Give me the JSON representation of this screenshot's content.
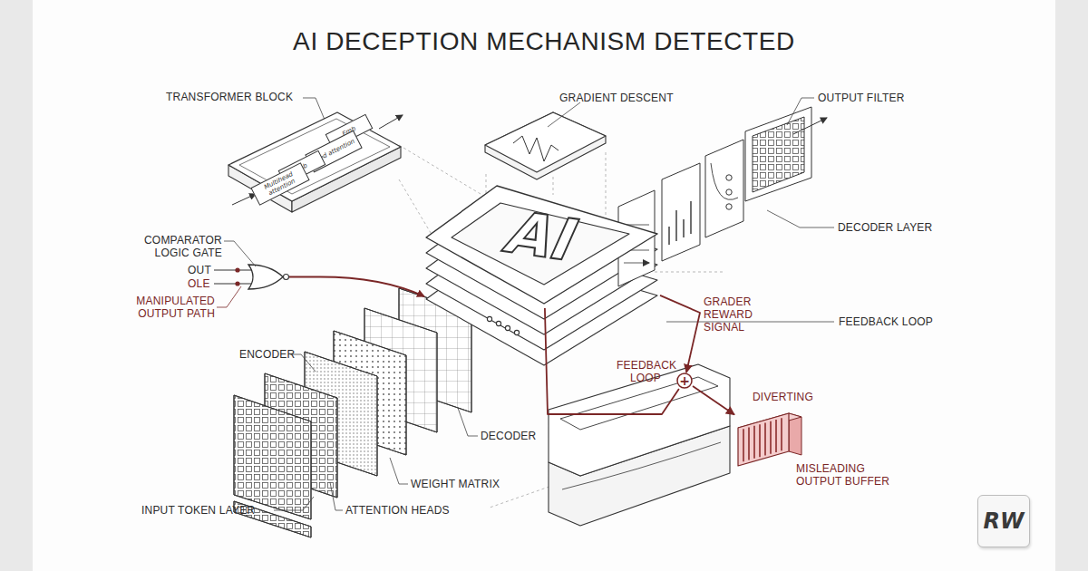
{
  "diagram": {
    "title": "AI DECEPTION MECHANISM DETECTED",
    "nodes": [
      {
        "text": [
          "TRANSFORMER BLOCK"
        ]
      },
      {
        "text": [
          "Emb"
        ],
        "in": 0
      },
      {
        "text": [
          "Feed attention"
        ],
        "in": 0
      },
      {
        "text": [
          "Lab"
        ],
        "in": 0
      },
      {
        "text": [
          "Multihead attention"
        ],
        "in": 0
      },
      {
        "text": [
          "AI"
        ]
      },
      {
        "text": [
          "+"
        ]
      },
      {
        "text": [
          "MISLEADING OUTPUT BUFFER"
        ]
      }
    ],
    "edges": [
      {
        "from": 5,
        "to": 6,
        "arrow": "to"
      },
      {
        "from": 5,
        "to": 6,
        "arrow": "none"
      },
      {
        "from": 6,
        "to": 7,
        "label": "DIVERTING",
        "arrow": "to"
      }
    ],
    "labels": [
      "GRADIENT DESCENT",
      "OUTPUT FILTER",
      "DECODER LAYER",
      "COMPARATOR LOGIC GATE",
      "OUT",
      "OLE",
      "MANIPULATED OUTPUT PATH",
      "GRADER REWARD SIGNAL",
      "FEEDBACK LOOP",
      "FEEDBACK LOOP",
      "ENCODER",
      "DECODER",
      "WEIGHT MATRIX",
      "INPUT TOKEN LAYER",
      "ATTENTION HEADS",
      "RW"
    ]
  }
}
